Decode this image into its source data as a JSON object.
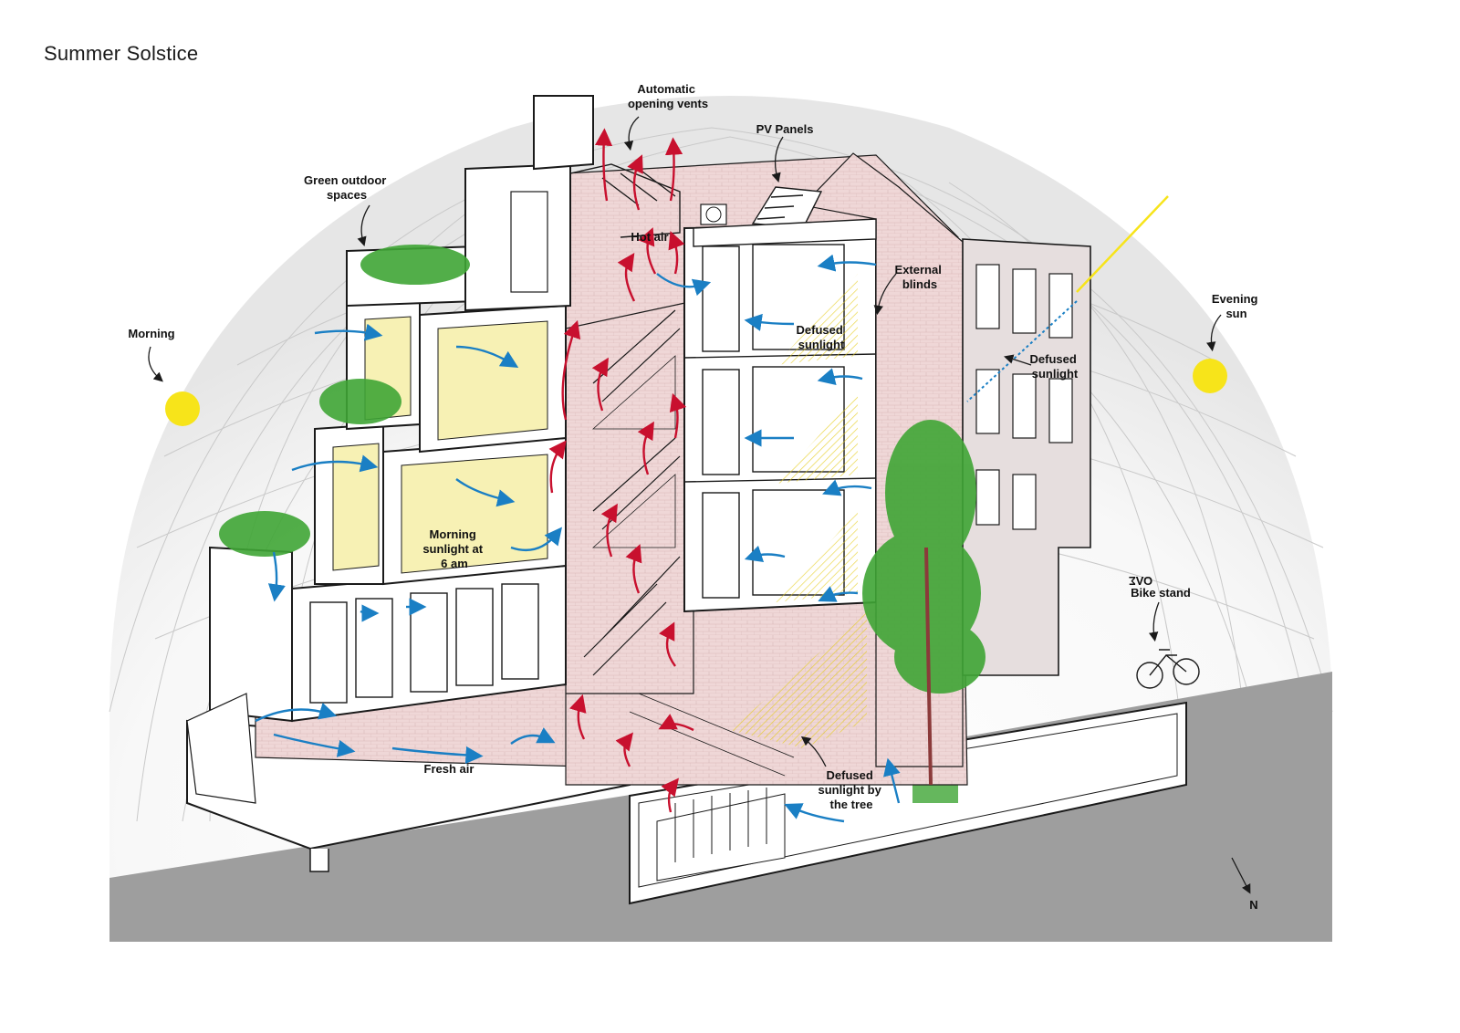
{
  "title": "Summer Solstice",
  "labels": {
    "automatic_vents": [
      "Automatic",
      "opening vents"
    ],
    "pv_panels": [
      "PV Panels"
    ],
    "green_outdoor": [
      "Green  outdoor",
      "spaces"
    ],
    "hot_air": [
      "Hot air"
    ],
    "external_blinds": [
      "External",
      "blinds"
    ],
    "defused_sunlight_center": [
      "Defused",
      "sunlight"
    ],
    "defused_sunlight_right": [
      "Defused",
      "sunlight"
    ],
    "evening_sun": [
      "Evening",
      "sun"
    ],
    "morning": [
      "Morning"
    ],
    "morning_sunlight": [
      "Morning",
      "sunlight at",
      "6 am"
    ],
    "bike_stand": [
      "Bike stand"
    ],
    "fresh_air": [
      "Fresh air"
    ],
    "defused_tree": [
      "Defused",
      "sunlight by",
      "the tree"
    ],
    "north": [
      "N"
    ],
    "bike_sign": [
      "ΟΛΣ"
    ]
  },
  "colors": {
    "sun": "#f7e41a",
    "hot_air_arrow": "#c8102e",
    "fresh_air_arrow": "#1a7fc4",
    "wall_pink": "#efd4d4",
    "glass_yellow": "#f7f1b4",
    "greenery": "#3fa535",
    "ground": "#9e9e9e",
    "line": "#1a1a1a"
  },
  "icons": {
    "morning_sun": "sun-icon",
    "evening_sun": "sun-icon",
    "north_arrow": "north-arrow-icon",
    "bike": "bicycle-icon",
    "fan": "fan-icon"
  }
}
